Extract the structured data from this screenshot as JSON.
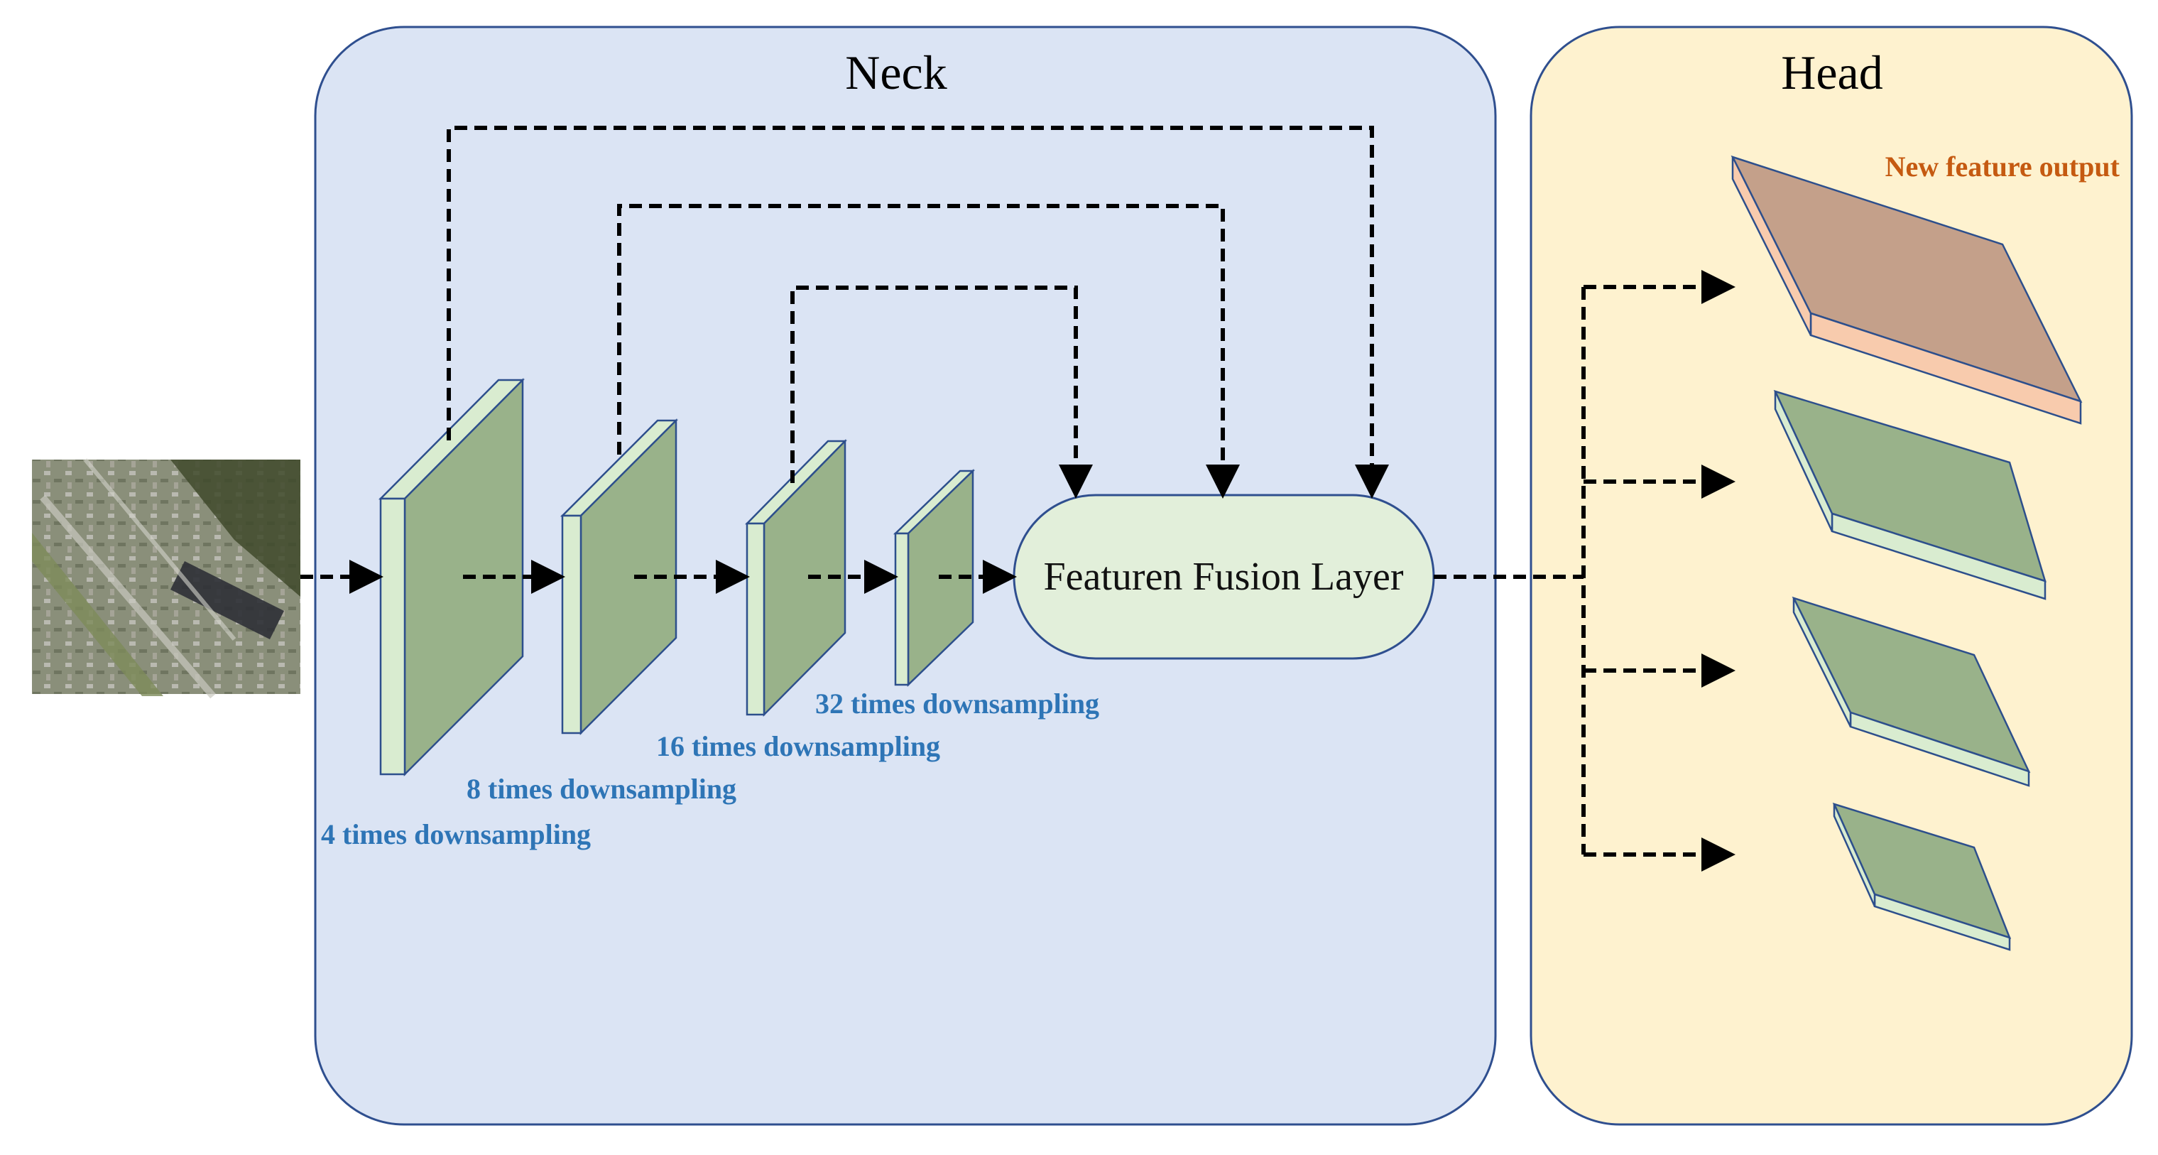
{
  "neck": {
    "title": "Neck"
  },
  "head": {
    "title": "Head"
  },
  "input_image": {
    "icon": "aerial-airport-photo"
  },
  "fusion_layer": {
    "label": "Featuren Fusion Layer"
  },
  "downsampling_labels": [
    "4 times downsampling",
    "8 times downsampling",
    "16 times downsampling",
    "32 times downsampling"
  ],
  "head_output": {
    "label": "New feature output"
  },
  "colors": {
    "neck_bg": "#dbe4f4",
    "neck_border": "#2f4f8f",
    "head_bg": "#fef2cf",
    "head_border": "#2f4f8f",
    "feature_front": "#d9ecd0",
    "feature_side": "#99b28a",
    "feature_stroke": "#2d4f8c",
    "fusion_fill": "#e2efda",
    "label_blue": "#2e75b6",
    "output_orange": "#c55a11",
    "output_top": "#c4a08a",
    "output_side": "#f8cbad"
  }
}
